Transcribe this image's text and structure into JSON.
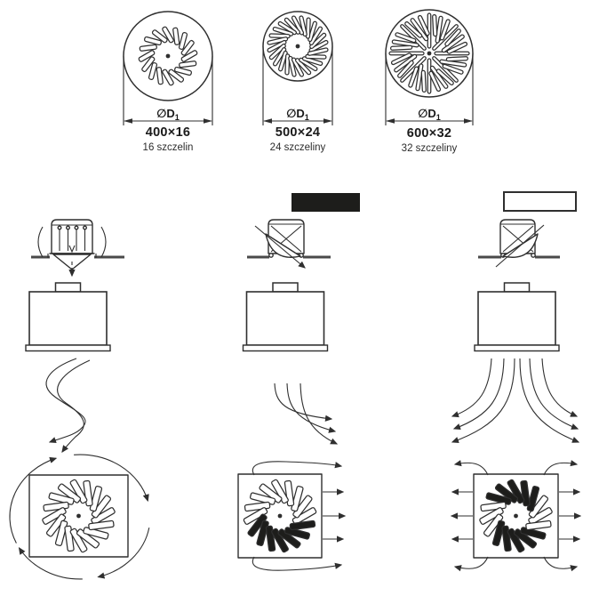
{
  "colors": {
    "line": "#2f2f2f",
    "black_fill": "#1d1d1b",
    "white": "#ffffff",
    "ceiling": "#4a4a4a"
  },
  "top_views": [
    {
      "diameter_symbol": "∅D",
      "diameter_sub": "1",
      "size_label": "400×16",
      "slots_label": "16 szczelin",
      "slot_count": 16
    },
    {
      "diameter_symbol": "∅D",
      "diameter_sub": "1",
      "size_label": "500×24",
      "slots_label": "24 szczeliny",
      "slot_count": 24
    },
    {
      "diameter_symbol": "∅D",
      "diameter_sub": "1",
      "size_label": "600×32",
      "slots_label": "32 szczeliny",
      "slot_count": 32
    }
  ],
  "legend": {
    "filled_swatch_color": "#1d1d1b",
    "outline_swatch_color": "#ffffff"
  },
  "bottom_views": [
    {
      "slot_count": 16
    },
    {
      "slot_count": 16
    },
    {
      "slot_count": 16
    }
  ]
}
